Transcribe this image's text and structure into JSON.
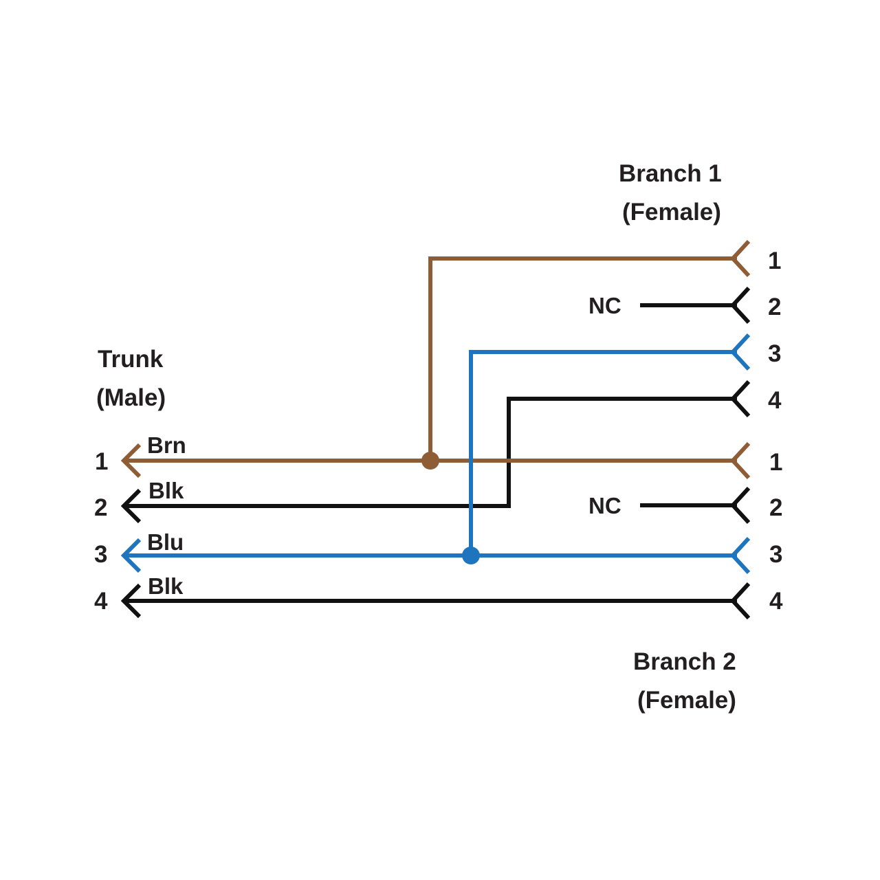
{
  "colors": {
    "brown": "#8e5d36",
    "black": "#111111",
    "blue": "#1f75bd",
    "text": "#231f20"
  },
  "trunk": {
    "title_line1": "Trunk",
    "title_line2": "(Male)",
    "pins": [
      {
        "pin": "1",
        "wire": "Brn",
        "color": "brown"
      },
      {
        "pin": "2",
        "wire": "Blk",
        "color": "black"
      },
      {
        "pin": "3",
        "wire": "Blu",
        "color": "blue"
      },
      {
        "pin": "4",
        "wire": "Blk",
        "color": "black"
      }
    ]
  },
  "branch1": {
    "title_line1": "Branch 1",
    "title_line2": "(Female)",
    "pins": [
      {
        "pin": "1",
        "color": "brown",
        "nc": false,
        "from_trunk_pin": "1"
      },
      {
        "pin": "2",
        "color": "black",
        "nc": true,
        "nc_label": "NC"
      },
      {
        "pin": "3",
        "color": "blue",
        "nc": false,
        "from_trunk_pin": "3"
      },
      {
        "pin": "4",
        "color": "black",
        "nc": false,
        "from_trunk_pin": "2"
      }
    ]
  },
  "branch2": {
    "title_line1": "Branch 2",
    "title_line2": "(Female)",
    "pins": [
      {
        "pin": "1",
        "color": "brown",
        "nc": false,
        "from_trunk_pin": "1"
      },
      {
        "pin": "2",
        "color": "black",
        "nc": true,
        "nc_label": "NC"
      },
      {
        "pin": "3",
        "color": "blue",
        "nc": false,
        "from_trunk_pin": "3"
      },
      {
        "pin": "4",
        "color": "black",
        "nc": false,
        "from_trunk_pin": "4"
      }
    ]
  },
  "junctions": [
    {
      "trunk_pin": "1",
      "color": "brown"
    },
    {
      "trunk_pin": "3",
      "color": "blue"
    }
  ]
}
